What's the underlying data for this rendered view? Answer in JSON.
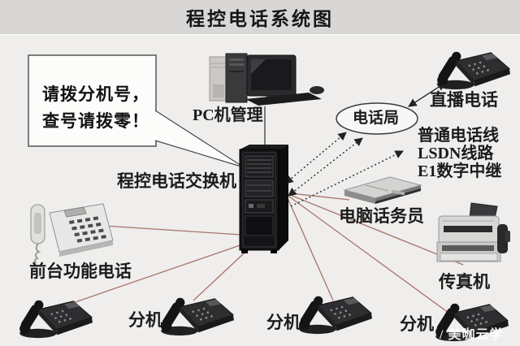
{
  "title": "程控电话系统图",
  "callout": {
    "line1": "请拨分机号，",
    "line2": "查号请拨零！"
  },
  "labels": {
    "pc": "PC机管理",
    "exchange": "程控电话交换机",
    "telephone_office": "电话局",
    "direct_dial_phone": "直播电话",
    "trunk_line1": "普通电话线",
    "trunk_line2": "LSDN线路",
    "trunk_line3": "E1数字中继",
    "computer_operator": "电脑话务员",
    "front_desk_phone": "前台功能电话",
    "fax": "传真机"
  },
  "extensions": [
    "分机",
    "分机",
    "分机"
  ],
  "watermark": "/ 美咖云学",
  "colors": {
    "header_bg": "#d8d7d5",
    "body_bg": "#efeeec",
    "line_red": "#a8736b",
    "line_black": "#3a3a3a",
    "text": "#1b1b1b"
  }
}
